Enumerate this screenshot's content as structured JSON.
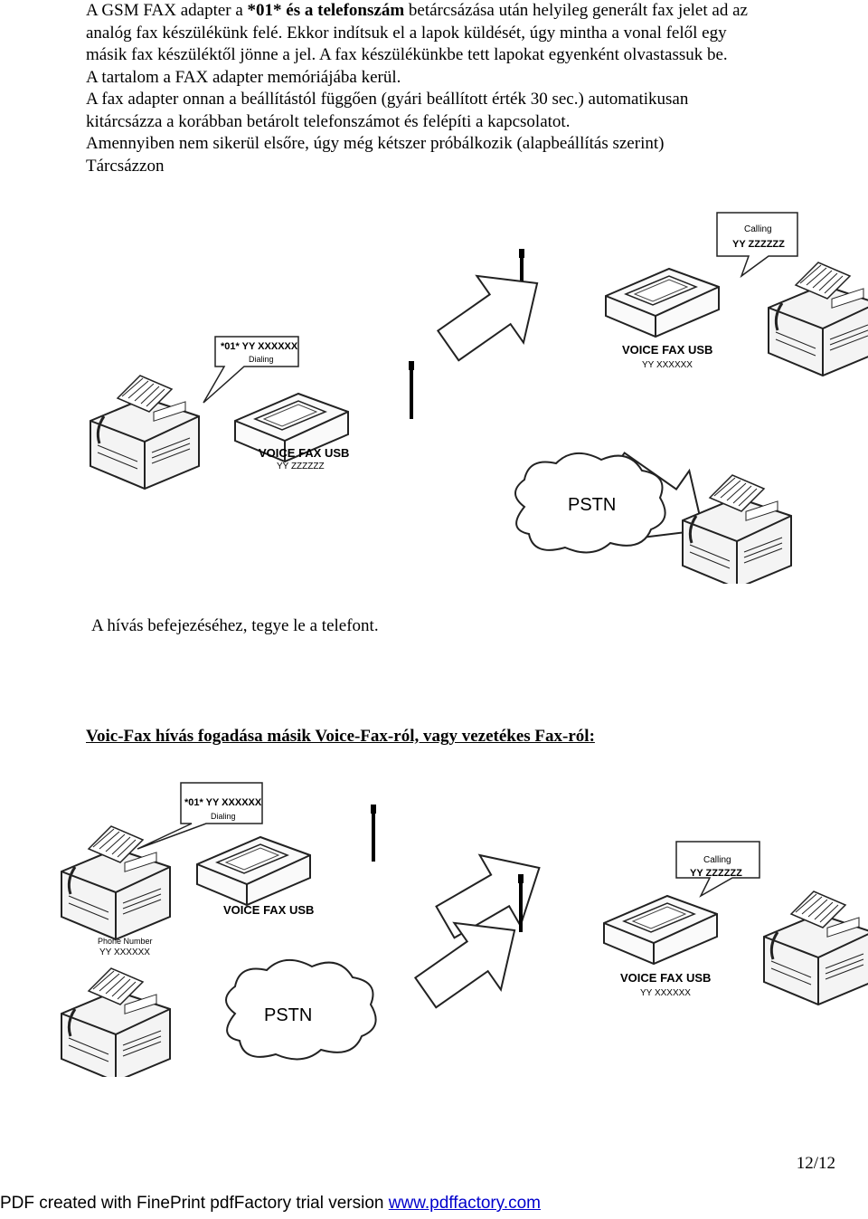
{
  "intro": {
    "line1_pre": "A GSM FAX adapter a ",
    "line1_bold": "*01*  és a telefonszám",
    "line1_post": " betárcsázása után helyileg generált fax jelet ad az",
    "lines": [
      "analóg fax készülékünk felé. Ekkor indítsuk el a lapok küldését, úgy mintha a vonal felől egy",
      "másik fax készüléktől jönne a jel. A fax készülékünkbe tett lapokat egyenként olvastassuk be.",
      "A tartalom a FAX adapter memóriájába kerül.",
      "A fax adapter onnan a beállítástól függően (gyári beállított érték 30 sec.) automatikusan",
      "kitárcsázza a korábban betárolt telefonszámot és felépíti a kapcsolatot.",
      "Amennyiben nem sikerül elsőre, úgy még kétszer próbálkozik (alapbeállítás szerint)",
      "Tárcsázzon"
    ]
  },
  "diagram1": {
    "calling_title": "Calling",
    "calling_number": "YY ZZZZZZ",
    "dialing_number": "*01* YY XXXXXX",
    "dialing_title": "Dialing",
    "left_device_label": "VOICE FAX USB",
    "left_device_number": "YY ZZZZZZ",
    "right_device_label": "VOICE FAX USB",
    "right_device_number": "YY XXXXXX",
    "cloud_label": "PSTN"
  },
  "note": "A hívás befejezéséhez, tegye le a telefont.",
  "heading_pre": "Voic-Fax hívás fogadása  másik Voice-Fax-ról, vagy vezetékes Fax-ról",
  "heading_post": ":",
  "diagram2": {
    "dialing_number": "*01* YY XXXXXX",
    "dialing_title": "Dialing",
    "left_device_label": "VOICE FAX USB",
    "phone_title": "Phone Number",
    "phone_number": "YY XXXXXX",
    "cloud_label": "PSTN",
    "calling_title": "Calling",
    "calling_number": "YY ZZZZZZ",
    "right_device_label": "VOICE FAX USB",
    "right_device_number": "YY XXXXXX"
  },
  "page_number": "12/12",
  "footer": {
    "text": "PDF created with FinePrint pdfFactory trial version ",
    "link": "www.pdffactory.com"
  }
}
